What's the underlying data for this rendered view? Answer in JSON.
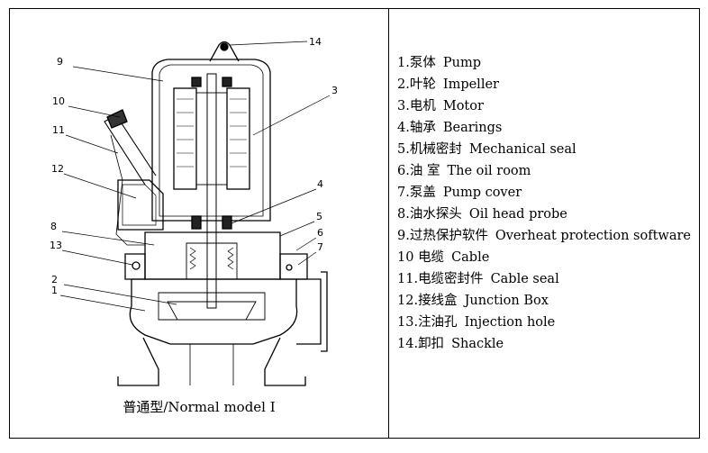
{
  "diagram": {
    "caption": "普通型/Normal model I",
    "callouts": [
      "14",
      "9",
      "3",
      "10",
      "11",
      "12",
      "4",
      "5",
      "8",
      "6",
      "13",
      "7",
      "2",
      "1"
    ]
  },
  "legend": {
    "items": [
      {
        "num": "1.",
        "cn": "泵体",
        "en": "Pump"
      },
      {
        "num": "2.",
        "cn": "叶轮",
        "en": "Impeller"
      },
      {
        "num": "3.",
        "cn": "电机",
        "en": "Motor"
      },
      {
        "num": "4.",
        "cn": "轴承",
        "en": "Bearings"
      },
      {
        "num": "5.",
        "cn": "机械密封",
        "en": "Mechanical seal"
      },
      {
        "num": "6.",
        "cn": "油 室",
        "en": "The oil room"
      },
      {
        "num": "7.",
        "cn": "泵盖",
        "en": "Pump cover"
      },
      {
        "num": "8.",
        "cn": "油水探头",
        "en": "Oil head probe"
      },
      {
        "num": "9.",
        "cn": "过热保护软件",
        "en": "Overheat protection software"
      },
      {
        "num": "10 ",
        "cn": "电缆",
        "en": "Cable"
      },
      {
        "num": "11.",
        "cn": "电缆密封件",
        "en": "Cable seal"
      },
      {
        "num": "12.",
        "cn": "接线盒",
        "en": "Junction Box"
      },
      {
        "num": "13.",
        "cn": "注油孔",
        "en": "Injection hole"
      },
      {
        "num": "14.",
        "cn": "卸扣",
        "en": "Shackle"
      }
    ]
  }
}
